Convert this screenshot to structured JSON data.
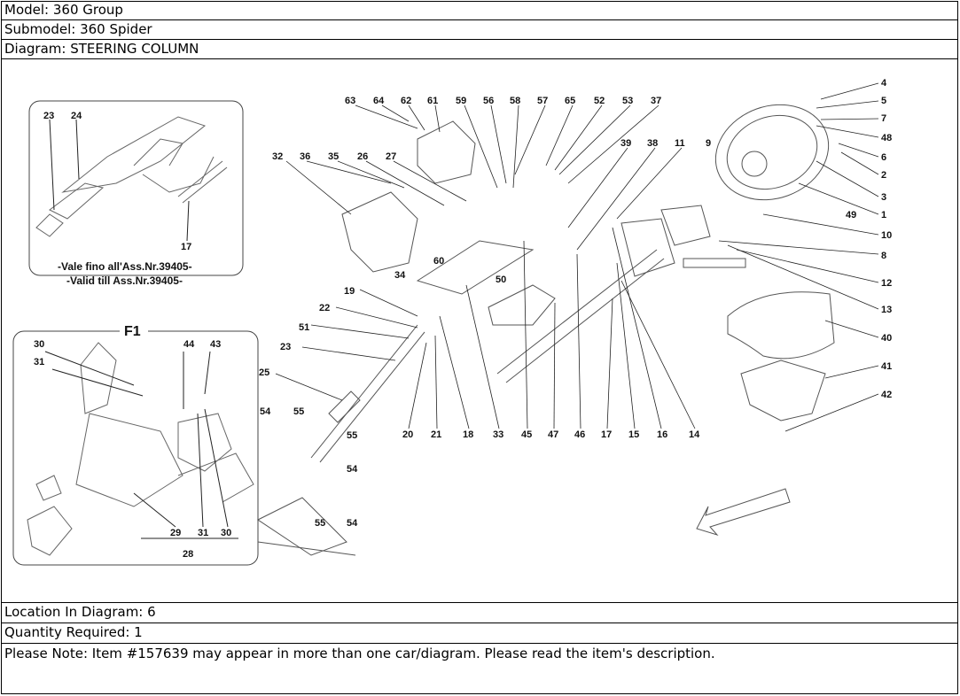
{
  "header": {
    "model": "Model: 360 Group",
    "submodel": "Submodel: 360 Spider",
    "diagram": "Diagram: STEERING COLUMN"
  },
  "diagram": {
    "inset_top_left": {
      "note_line1": "-Vale fino all'Ass.Nr.39405-",
      "note_line2": "-Valid till Ass.Nr.39405-",
      "labels": [
        "23",
        "24",
        "17"
      ]
    },
    "inset_f1": {
      "title": "F1",
      "labels": [
        "30",
        "31",
        "44",
        "43",
        "29",
        "31",
        "30",
        "28"
      ]
    },
    "callouts_top": [
      "63",
      "64",
      "62",
      "61",
      "59",
      "56",
      "58",
      "57",
      "65",
      "52",
      "53",
      "37"
    ],
    "callouts_mid": [
      "32",
      "36",
      "35",
      "26",
      "27",
      "39",
      "38",
      "11",
      "9"
    ],
    "callouts_right": [
      "4",
      "5",
      "7",
      "48",
      "6",
      "2",
      "3",
      "1",
      "49",
      "10",
      "8",
      "12",
      "13",
      "40",
      "41",
      "42"
    ],
    "callouts_bottom": [
      "20",
      "21",
      "18",
      "33",
      "45",
      "47",
      "46",
      "17",
      "15",
      "16",
      "14"
    ],
    "callouts_left": [
      "19",
      "22",
      "51",
      "23",
      "25",
      "54",
      "55",
      "55",
      "54",
      "55",
      "54",
      "34",
      "60",
      "50"
    ]
  },
  "footer": {
    "location": "Location In Diagram: 6",
    "quantity": "Quantity Required: 1",
    "note": "Please Note: Item #157639 may appear in more than one car/diagram. Please read the item's description."
  }
}
